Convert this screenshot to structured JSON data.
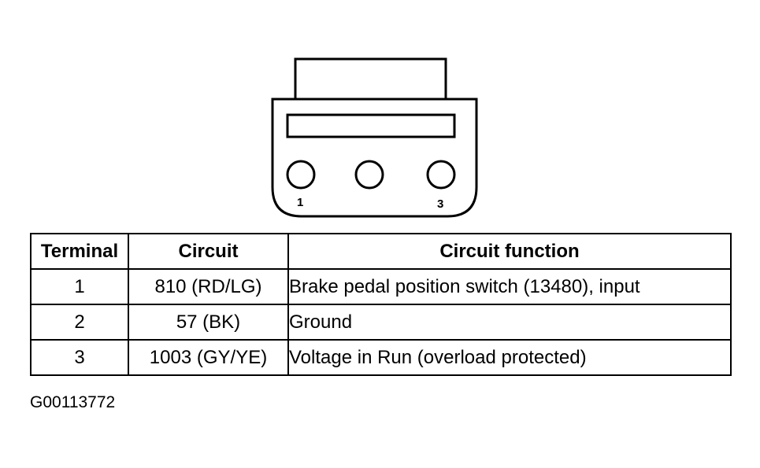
{
  "connector": {
    "pins": [
      {
        "label": "1"
      },
      {
        "label": ""
      },
      {
        "label": "3"
      }
    ]
  },
  "table": {
    "headers": {
      "terminal": "Terminal",
      "circuit": "Circuit",
      "function": "Circuit function"
    },
    "rows": [
      {
        "terminal": "1",
        "circuit": "810 (RD/LG)",
        "function": "Brake pedal position switch (13480), input"
      },
      {
        "terminal": "2",
        "circuit": "57 (BK)",
        "function": "Ground"
      },
      {
        "terminal": "3",
        "circuit": "1003 (GY/YE)",
        "function": "Voltage in Run (overload protected)"
      }
    ]
  },
  "figure_id": "G00113772"
}
